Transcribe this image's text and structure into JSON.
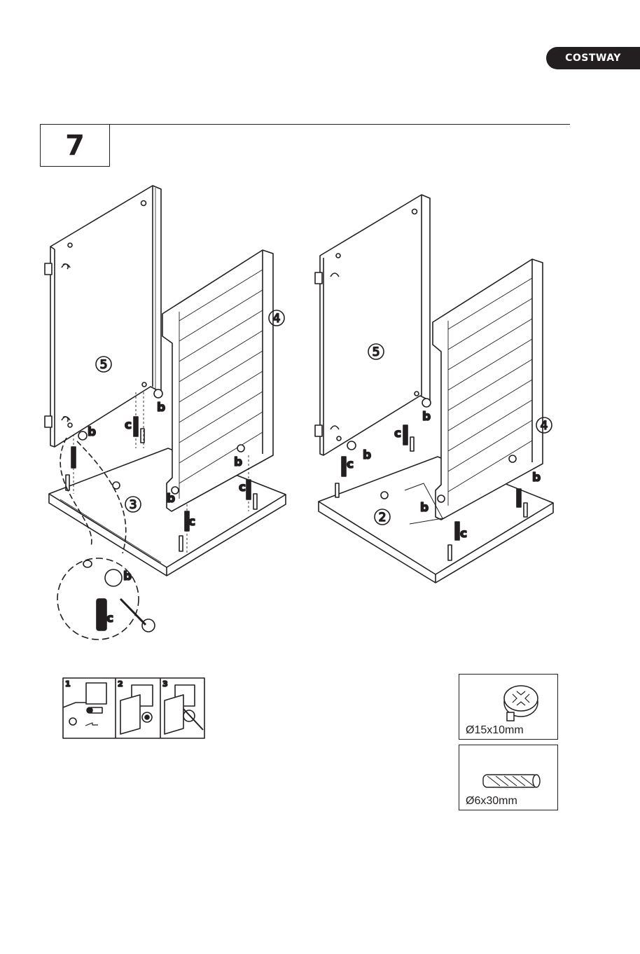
{
  "brand": "COSTWAY",
  "step": {
    "number": "7"
  },
  "callouts": {
    "cam": "b",
    "dowel": "c"
  },
  "parts": {
    "side_panel": "5",
    "back_panel": "4",
    "base_left": "3",
    "base_right": "2"
  },
  "substeps": [
    "1",
    "2",
    "3"
  ],
  "hardware": [
    {
      "id": "b",
      "spec": "Ø15x10mm",
      "icon": "cam-lock-icon"
    },
    {
      "id": "c",
      "spec": "Ø6x30mm",
      "icon": "wooden-dowel-icon"
    }
  ]
}
